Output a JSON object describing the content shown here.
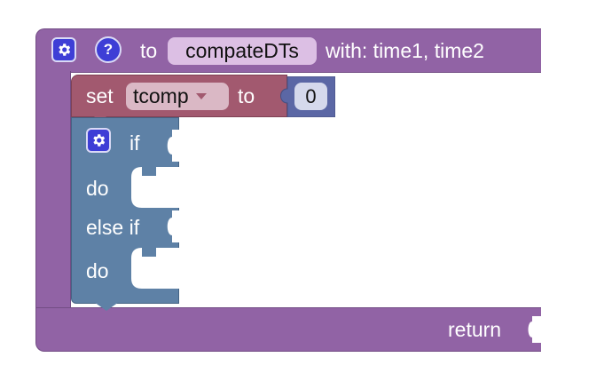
{
  "procedure": {
    "prefix": "to",
    "name": "compateDTs",
    "params": "with: time1, time2",
    "return_label": "return",
    "gear_icon": "gear-icon",
    "help_icon": "help-icon",
    "help_symbol": "?"
  },
  "set_block": {
    "label_set": "set",
    "variable": "tcomp",
    "label_to": "to",
    "value": "0"
  },
  "if_block": {
    "if_label": "if",
    "do_label": "do",
    "elseif_label": "else if",
    "do2_label": "do"
  },
  "colors": {
    "procedure": "#9163a5",
    "variables": "#a2596f",
    "control": "#5e81a6",
    "math": "#5b67a5"
  }
}
